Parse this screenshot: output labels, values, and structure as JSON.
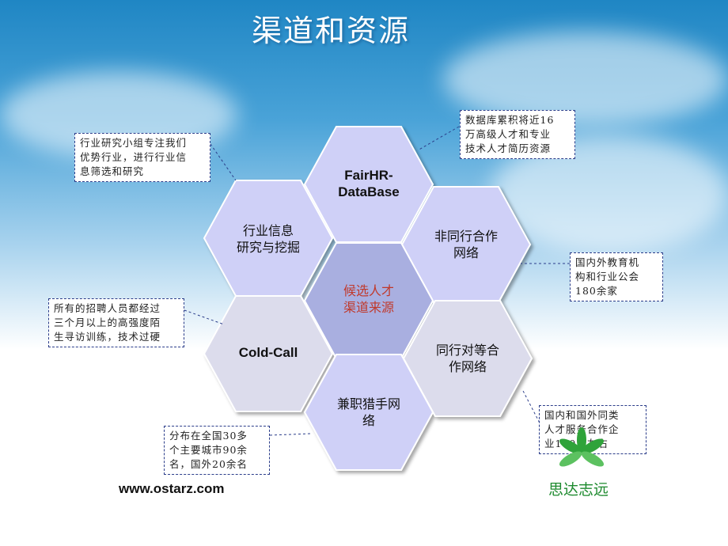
{
  "title": "渠道和资源",
  "hexagons": {
    "top": [
      "FairHR-",
      "DataBase"
    ],
    "upper_left": [
      "行业信息",
      "研究与挖掘"
    ],
    "upper_right": [
      "非同行合作",
      "网络"
    ],
    "center": [
      "候选人才",
      "渠道来源"
    ],
    "lower_left": [
      "Cold-Call"
    ],
    "lower_right": [
      "同行对等合",
      "作网络"
    ],
    "bottom": [
      "兼职猎手网",
      "络"
    ]
  },
  "notes": {
    "industry": [
      "行业研究小组专注我们",
      "优势行业，进行行业信",
      "息筛选和研究"
    ],
    "database": [
      "数据库累积将近16",
      "万高级人才和专业",
      "技术人才简历资源"
    ],
    "education": [
      "国内外教育机",
      "构和行业公会",
      "180余家"
    ],
    "coldcall": [
      "所有的招聘人员都经过",
      "三个月以上的高强度陌",
      "生寻访训练，技术过硬"
    ],
    "partners": [
      "国内和国外同类",
      "人才服务合作企",
      "业100家左右"
    ],
    "hunters": [
      "分布在全国30多",
      "个主要城市90余",
      "名，国外20余名"
    ]
  },
  "footer": {
    "url": "www.ostarz.com",
    "brand": "思达志远"
  },
  "colors": {
    "hex_fill": "#cfd0f7",
    "hex_alt_fill": "#dcdcec",
    "center_fill": "#a9afe0",
    "note_border": "#2b3d8a",
    "brand_green": "#1d8a2e"
  }
}
